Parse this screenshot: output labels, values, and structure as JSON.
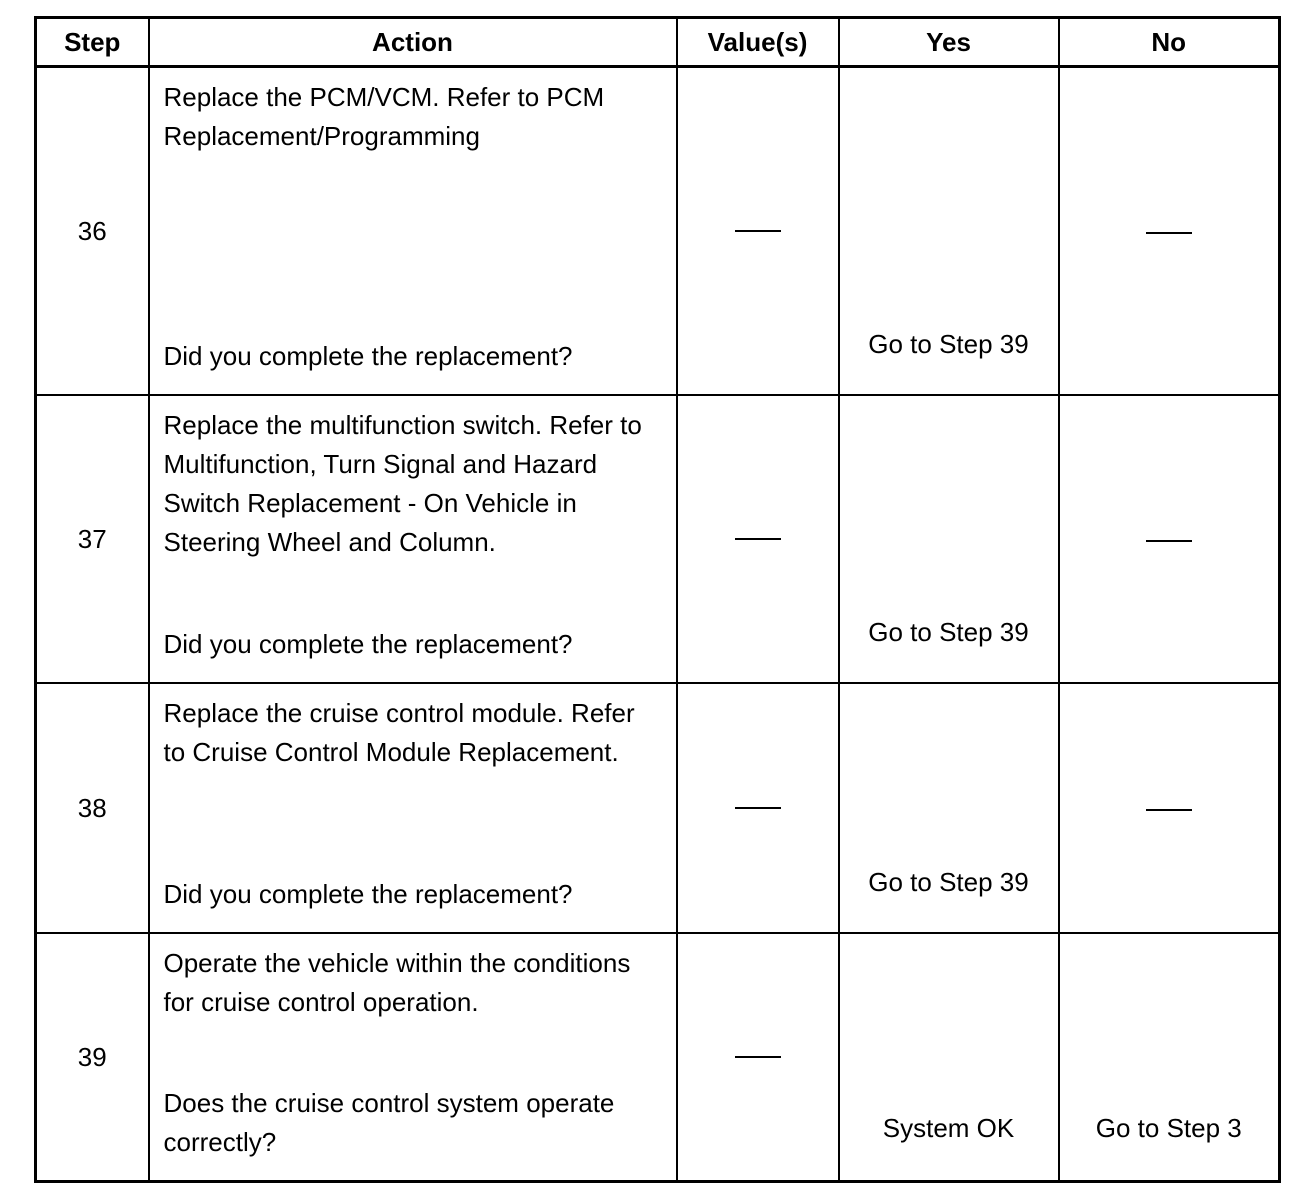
{
  "headers": {
    "step": "Step",
    "action": "Action",
    "values": "Value(s)",
    "yes": "Yes",
    "no": "No"
  },
  "rows": [
    {
      "step": "36",
      "action": "Replace the PCM/VCM. Refer to PCM Replacement/Programming",
      "question": "Did you complete the replacement?",
      "value": "—",
      "yes": "Go to Step 39",
      "no": "—"
    },
    {
      "step": "37",
      "action": "Replace the multifunction switch. Refer to Multifunction, Turn Signal and Hazard Switch Replacement - On Vehicle in Steering Wheel and Column.",
      "question": "Did you complete the replacement?",
      "value": "—",
      "yes": "Go to Step 39",
      "no": "—"
    },
    {
      "step": "38",
      "action": "Replace the cruise control module. Refer to Cruise Control Module Replacement.",
      "question": "Did you complete the replacement?",
      "value": "—",
      "yes": "Go to Step 39",
      "no": "—"
    },
    {
      "step": "39",
      "action": "Operate the vehicle within the conditions for cruise control operation.",
      "question": "Does the cruise control system operate correctly?",
      "value": "—",
      "yes": "System OK",
      "no": "Go to Step 3"
    }
  ]
}
